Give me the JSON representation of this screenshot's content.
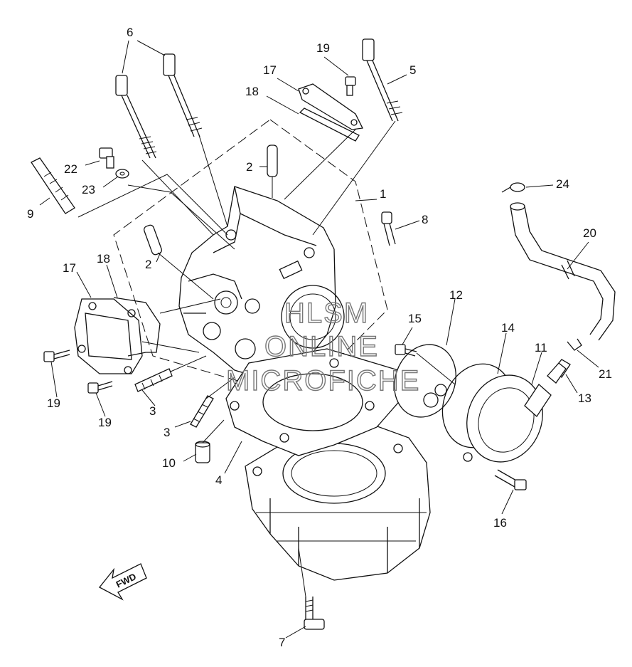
{
  "watermark": {
    "line1": "HLSM",
    "line2": "ONLINE",
    "line3": "MICROFICHE"
  },
  "fwd_label": "FWD",
  "callouts": [
    {
      "id": "6",
      "text": "6"
    },
    {
      "id": "19a",
      "text": "19"
    },
    {
      "id": "5",
      "text": "5"
    },
    {
      "id": "17a",
      "text": "17"
    },
    {
      "id": "18a",
      "text": "18"
    },
    {
      "id": "2a",
      "text": "2"
    },
    {
      "id": "22",
      "text": "22"
    },
    {
      "id": "23",
      "text": "23"
    },
    {
      "id": "9",
      "text": "9"
    },
    {
      "id": "1",
      "text": "1"
    },
    {
      "id": "24",
      "text": "24"
    },
    {
      "id": "20",
      "text": "20"
    },
    {
      "id": "8",
      "text": "8"
    },
    {
      "id": "2b",
      "text": "2"
    },
    {
      "id": "17b",
      "text": "17"
    },
    {
      "id": "18b",
      "text": "18"
    },
    {
      "id": "12",
      "text": "12"
    },
    {
      "id": "15",
      "text": "15"
    },
    {
      "id": "14",
      "text": "14"
    },
    {
      "id": "11",
      "text": "11"
    },
    {
      "id": "21",
      "text": "21"
    },
    {
      "id": "13",
      "text": "13"
    },
    {
      "id": "19b",
      "text": "19"
    },
    {
      "id": "19c",
      "text": "19"
    },
    {
      "id": "3a",
      "text": "3"
    },
    {
      "id": "3b",
      "text": "3"
    },
    {
      "id": "10",
      "text": "10"
    },
    {
      "id": "4",
      "text": "4"
    },
    {
      "id": "16",
      "text": "16"
    },
    {
      "id": "7",
      "text": "7"
    }
  ]
}
